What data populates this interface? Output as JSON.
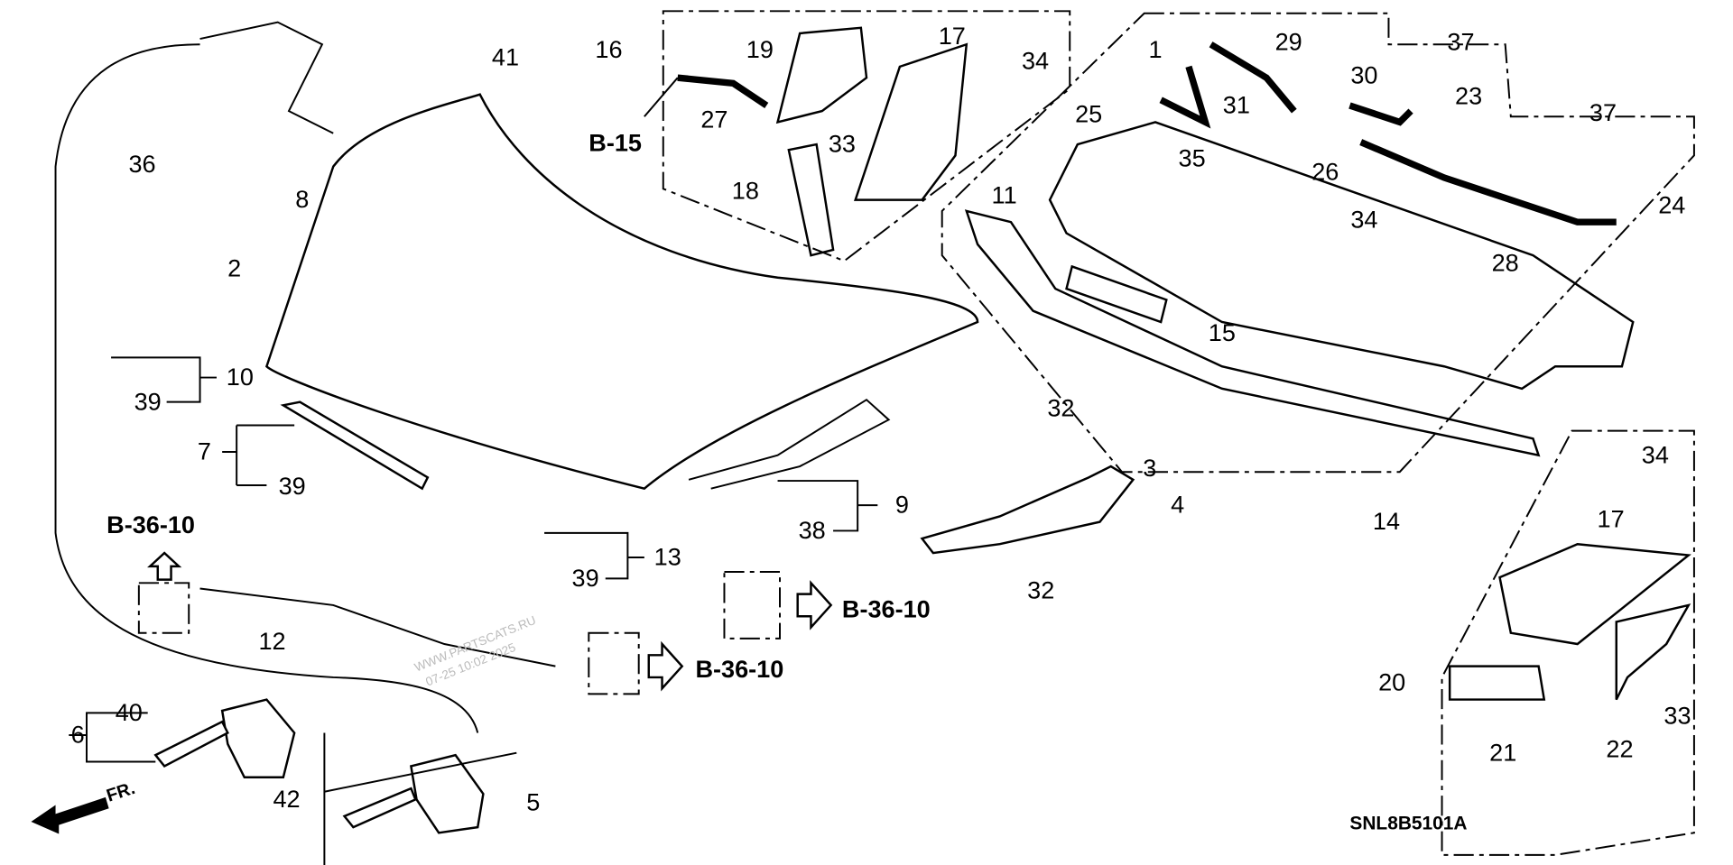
{
  "diagram_code": "SNL8B5101A",
  "front_arrow_label": "FR.",
  "watermark": [
    "WWW.PARTSCATS.RU",
    "07-25 10:02 2025"
  ],
  "references": [
    "B-15",
    "B-36-10",
    "B-36-10",
    "B-36-10"
  ],
  "part_labels": [
    "1",
    "29",
    "37",
    "41",
    "16",
    "19",
    "17",
    "34",
    "36",
    "8",
    "27",
    "33",
    "30",
    "23",
    "25",
    "31",
    "37",
    "35",
    "26",
    "18",
    "11",
    "34",
    "24",
    "28",
    "2",
    "15",
    "10",
    "39",
    "32",
    "7",
    "39",
    "3",
    "4",
    "34",
    "14",
    "17",
    "9",
    "38",
    "13",
    "39",
    "32",
    "12",
    "20",
    "40",
    "6",
    "33",
    "21",
    "22",
    "42",
    "5"
  ]
}
